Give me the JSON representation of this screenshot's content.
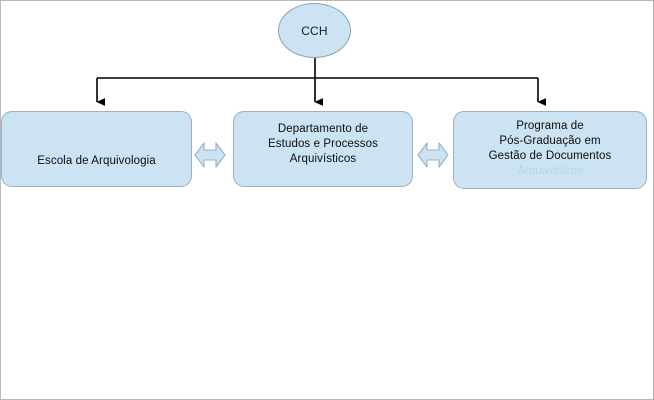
{
  "diagram": {
    "type": "organizational-hierarchy",
    "background_color": "#ffffff",
    "node_fill_color": "#cbe3f3",
    "node_border_color": "#9bb0c0",
    "connector_color": "#000000",
    "root": {
      "id": "cch",
      "shape": "ellipse",
      "label": "CCH"
    },
    "children": [
      {
        "id": "escola",
        "shape": "rounded-rectangle",
        "label": "Escola de Arquivologia"
      },
      {
        "id": "departamento",
        "shape": "rounded-rectangle",
        "label": "Departamento de\nEstudos e Processos\nArquivísticos"
      },
      {
        "id": "programa",
        "shape": "rounded-rectangle",
        "label": "Programa de\nPós-Graduação em\nGestão de Documentos",
        "label_clipped_line": "Arquivísticos"
      }
    ],
    "lateral_connectors": [
      {
        "id": "escola-departamento",
        "icon": "double-headed-arrow",
        "direction": "bidirectional",
        "from": "escola",
        "to": "departamento"
      },
      {
        "id": "departamento-programa",
        "icon": "double-headed-arrow",
        "direction": "bidirectional",
        "from": "departamento",
        "to": "programa"
      }
    ],
    "hierarchy_connectors": [
      {
        "id": "cch-to-escola",
        "from": "cch",
        "to": "escola",
        "style": "elbow-arrow"
      },
      {
        "id": "cch-to-departamento",
        "from": "cch",
        "to": "departamento",
        "style": "straight-arrow"
      },
      {
        "id": "cch-to-programa",
        "from": "cch",
        "to": "programa",
        "style": "elbow-arrow"
      }
    ]
  }
}
